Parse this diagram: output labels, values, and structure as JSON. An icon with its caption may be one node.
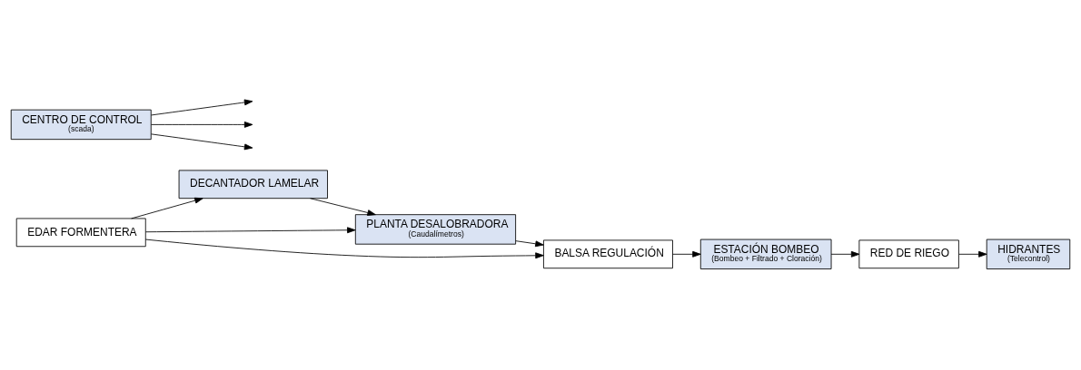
{
  "diagram": {
    "nodes": [
      {
        "text": [
          "EDAR FORMENTERA"
        ]
      },
      {
        "text": [
          "CENTRO DE CONTROL",
          "(scada)"
        ]
      },
      {
        "text": [
          "DECANTADOR LAMELAR"
        ]
      },
      {
        "text": [
          "PLANTA DESALOBRADORA",
          "(Caudalímetros)"
        ]
      },
      {
        "text": [
          "BALSA REGULACIÓN"
        ]
      },
      {
        "text": [
          "ESTACIÓN BOMBEO",
          "(Bombeo + Filtrado + Cloración)"
        ]
      },
      {
        "text": [
          "RED DE RIEGO"
        ]
      },
      {
        "text": [
          "HIDRANTES",
          "(Telecontrol)"
        ]
      }
    ],
    "edges": [
      {
        "from": 1,
        "to": null,
        "arrow": "to"
      },
      {
        "from": 1,
        "to": null,
        "arrow": "to"
      },
      {
        "from": 1,
        "to": null,
        "arrow": "to"
      },
      {
        "from": 0,
        "to": 2,
        "arrow": "to"
      },
      {
        "from": 0,
        "to": 3,
        "arrow": "to"
      },
      {
        "from": 0,
        "to": 4,
        "arrow": "to"
      },
      {
        "from": 2,
        "to": 3,
        "arrow": "to"
      },
      {
        "from": 3,
        "to": 4,
        "arrow": "to"
      },
      {
        "from": 4,
        "to": 5,
        "arrow": "to"
      },
      {
        "from": 5,
        "to": 6,
        "arrow": "to"
      },
      {
        "from": 6,
        "to": 7,
        "arrow": "to"
      }
    ]
  }
}
